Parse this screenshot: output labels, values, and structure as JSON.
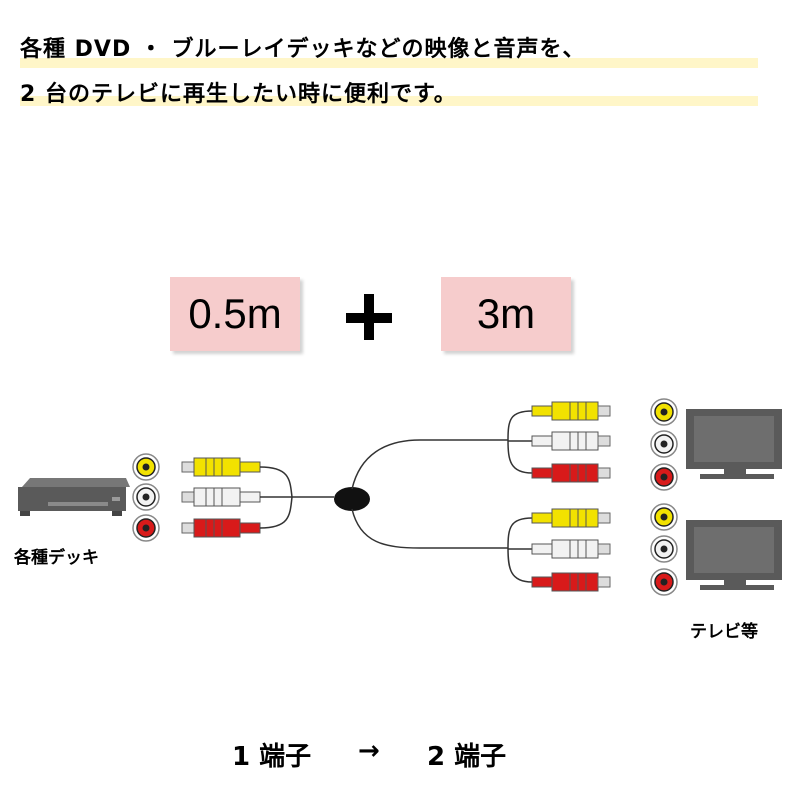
{
  "headline": {
    "line1": "各種 DVD ・ ブルーレイデッキなどの映像と音声を、",
    "line2": "2 台のテレビに再生したい時に便利です。"
  },
  "lengths": {
    "short": "0.5m",
    "plus": "+",
    "long": "3m"
  },
  "devices": {
    "source": "各種デッキ",
    "targets": "テレビ等"
  },
  "footer": {
    "from": "1 端子",
    "arrow": "→",
    "to": "2 端子"
  },
  "colors": {
    "yellow": "#f2e200",
    "white": "#f2f2f2",
    "red": "#d81a1a",
    "device": "#5a5a5a",
    "box": "#f6cccc",
    "underline": "#fff6c8"
  },
  "icons": [
    "dvd-player-icon",
    "tv-icon",
    "rca-jack-icon",
    "rca-plug-icon",
    "splitter-icon"
  ]
}
